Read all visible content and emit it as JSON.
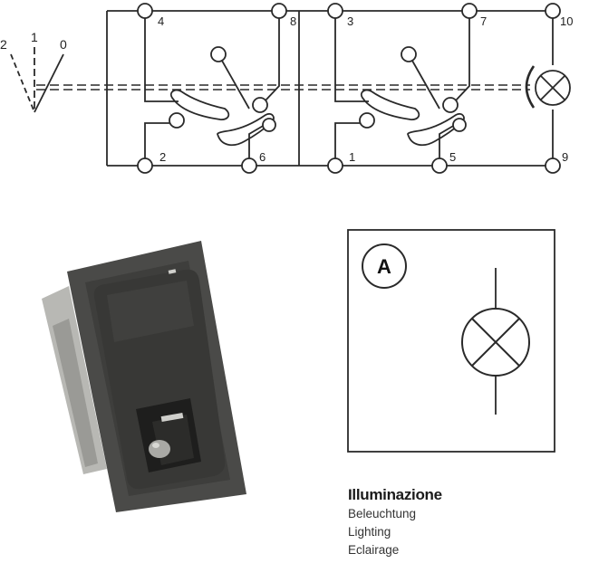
{
  "positions": [
    "2",
    "1",
    "0"
  ],
  "terminals": {
    "t4": "4",
    "t8": "8",
    "t3": "3",
    "t7": "7",
    "t10": "10",
    "t2": "2",
    "t6": "6",
    "t1": "1",
    "t5": "5",
    "t9": "9"
  },
  "symbol_badge": "A",
  "legend": {
    "title": "Illuminazione",
    "de": "Beleuchtung",
    "en": "Lighting",
    "fr": "Eclairage"
  },
  "colors": {
    "line": "#2a2a2a",
    "switch_body": "#3a3a38",
    "switch_bezel": "#4a4a48",
    "switch_side": "#b8b8b4"
  }
}
